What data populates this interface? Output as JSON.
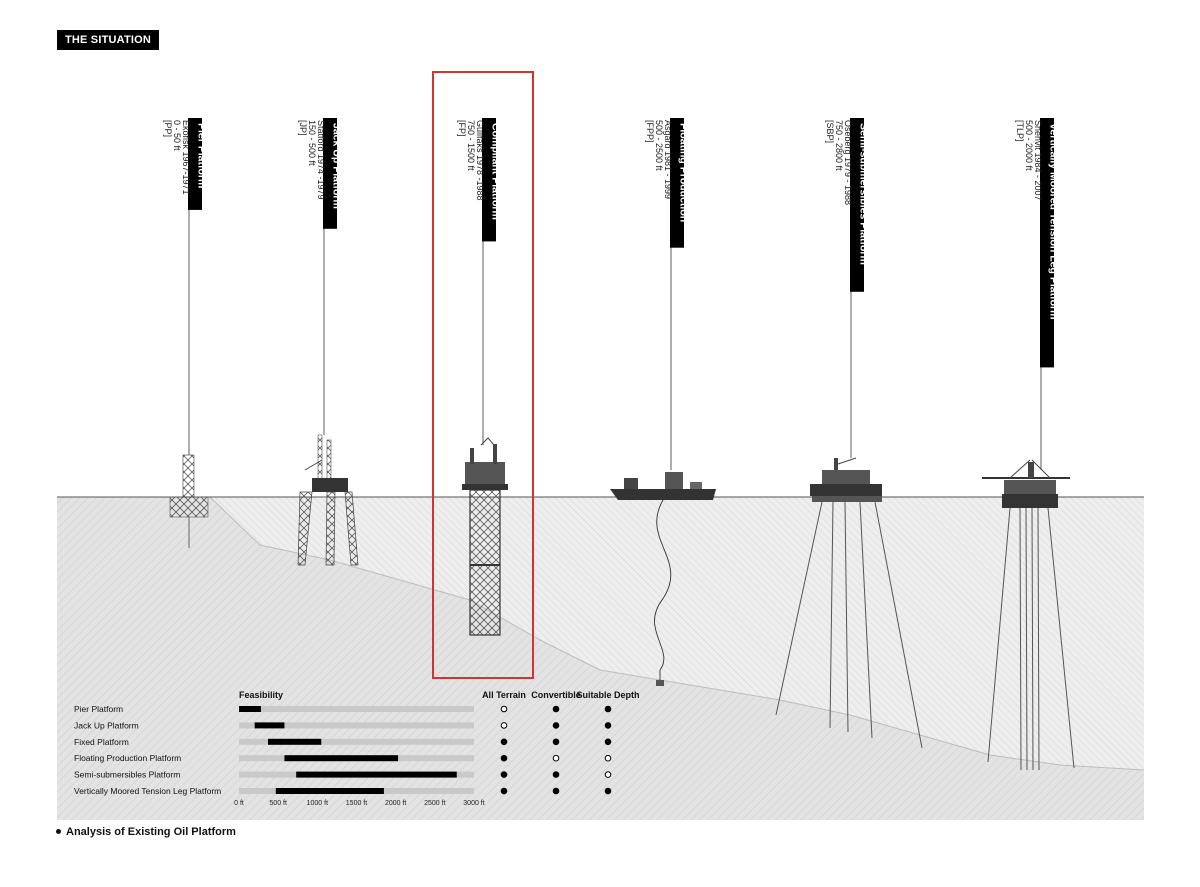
{
  "header": {
    "title": "THE SITUATION"
  },
  "caption": {
    "text": "Analysis of Existing Oil Platform"
  },
  "platforms": [
    {
      "name": "Pier Platform",
      "example": "Ekofisk 1967-1971",
      "depth": "0 - 50 ft",
      "code": "[PP]"
    },
    {
      "name": "Jack Up Platform",
      "example": "Statford 1974 -1979",
      "depth": "150 - 500 ft",
      "code": "[JP]"
    },
    {
      "name": "Compliant Platform",
      "example": "Gullfaks 1978 -1988",
      "depth": "750 - 1500 ft",
      "code": "[FP]"
    },
    {
      "name": "Floating Production",
      "example": "Asgard 1981 - 1999",
      "depth": "500 - 2500 ft",
      "code": "[FPP]"
    },
    {
      "name": "Semi-submersibles Platform",
      "example": "Oseberg 1979 - 1988",
      "depth": "750 - 2800 ft",
      "code": "[SBP]"
    },
    {
      "name": "Vertically Moored Tension Leg Platform",
      "example": "Snehvit 1984 - 2007",
      "depth": "500 - 2000 ft",
      "code": "[TLP]"
    }
  ],
  "feasibility_table": {
    "title": "Feasibility",
    "columns": [
      "All Terrain",
      "Convertible",
      "Suitable Depth"
    ],
    "axis_ticks": [
      "0 ft",
      "500 ft",
      "1000 ft",
      "1500 ft",
      "2000 ft",
      "2500 ft",
      "3000 ft"
    ],
    "axis_max_ft": 3000,
    "rows": [
      {
        "label": "Pier Platform",
        "gray": [
          0,
          3000
        ],
        "black": [
          0,
          280
        ],
        "marks": [
          "open",
          "filled",
          "filled"
        ]
      },
      {
        "label": "Jack Up Platform",
        "gray": [
          0,
          3000
        ],
        "black": [
          200,
          580
        ],
        "marks": [
          "open",
          "filled",
          "filled"
        ]
      },
      {
        "label": "Fixed Platform",
        "gray": [
          0,
          3000
        ],
        "black": [
          370,
          1050
        ],
        "marks": [
          "filled",
          "filled",
          "filled"
        ]
      },
      {
        "label": "Floating Production Platform",
        "gray": [
          0,
          3000
        ],
        "black": [
          580,
          2030
        ],
        "marks": [
          "filled",
          "open",
          "open"
        ]
      },
      {
        "label": "Semi-submersibles Platform",
        "gray": [
          0,
          3000
        ],
        "black": [
          730,
          2780
        ],
        "marks": [
          "filled",
          "filled",
          "open"
        ]
      },
      {
        "label": "Vertically Moored Tension Leg Platform",
        "gray": [
          0,
          3000
        ],
        "black": [
          470,
          1850
        ],
        "marks": [
          "filled",
          "filled",
          "filled"
        ]
      }
    ]
  },
  "colors": {
    "highlight": "#d1352f",
    "seabed": "#dcdcdc",
    "ink": "#111111",
    "bar_gray": "#c9c9c9"
  }
}
